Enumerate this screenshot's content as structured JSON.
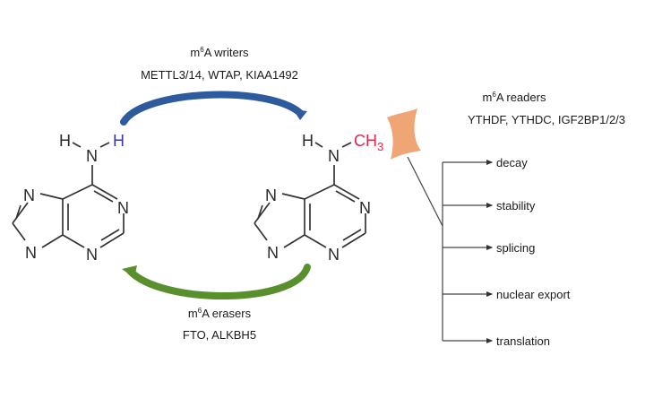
{
  "writers": {
    "title_prefix": "m",
    "title_sup": "6",
    "title_suffix": "A writers",
    "enzymes": "METTL3/14, WTAP, KIAA1492",
    "arrow_color": "#2e5a9e"
  },
  "erasers": {
    "title_prefix": "m",
    "title_sup": "6",
    "title_suffix": "A erasers",
    "enzymes": "FTO, ALKBH5",
    "arrow_color": "#5a8f2e"
  },
  "readers": {
    "title_prefix": "m",
    "title_sup": "6",
    "title_suffix": "A readers",
    "proteins": "YTHDF, YTHDC, IGF2BP1/2/3",
    "shape_color": "#f0a574"
  },
  "adenine": {
    "amine_h_left": "H",
    "amine_h_right": "H",
    "amine_n": "N",
    "ring_atoms": [
      "N",
      "N",
      "N",
      "N"
    ],
    "h_highlight_color": "#3a3aa0"
  },
  "m6a": {
    "amine_h_left": "H",
    "amine_n": "N",
    "methyl": "CH",
    "methyl_sub": "3",
    "ring_atoms": [
      "N",
      "N",
      "N",
      "N"
    ],
    "methyl_color": "#e0284a"
  },
  "outcomes": [
    "decay",
    "stability",
    "splicing",
    "nuclear export",
    "translation"
  ]
}
